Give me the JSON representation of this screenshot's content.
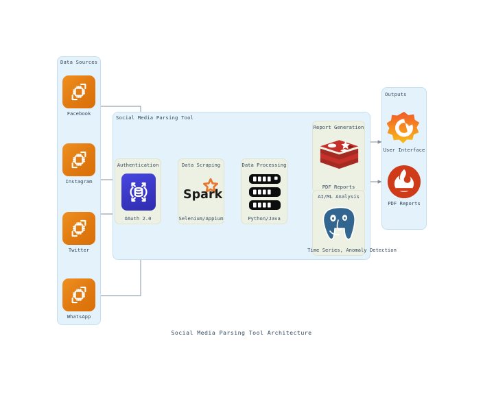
{
  "title": "Social Media Parsing Tool Architecture",
  "colors": {
    "source_orange": "#e8801a",
    "auth_blue": "#3c3cc8",
    "cluster_bg": "#e3f2fb",
    "cluster_border": "#c5dff0",
    "node_bg": "#edf1e4",
    "node_border": "#dfe4d2",
    "edge": "#7f8c9a",
    "text": "#34495e",
    "redis_red": "#c6302b",
    "postgres_blue": "#326690",
    "grafana_orange": "#f46800",
    "prometheus_red": "#cf3a19"
  },
  "clusters": {
    "data_sources": {
      "label": "Data Sources"
    },
    "parsing_tool": {
      "label": "Social Media Parsing Tool"
    },
    "outputs": {
      "label": "Outputs"
    }
  },
  "data_sources": [
    {
      "label": "Facebook",
      "icon": "cpu-chip-icon"
    },
    {
      "label": "Instagram",
      "icon": "cpu-chip-icon"
    },
    {
      "label": "Twitter",
      "icon": "cpu-chip-icon"
    },
    {
      "label": "WhatsApp",
      "icon": "cpu-chip-icon"
    }
  ],
  "nodes": [
    {
      "title": "Authentication",
      "subtitle": "OAuth 2.0",
      "icon": "database-expand-icon"
    },
    {
      "title": "Data Scraping",
      "subtitle": "Selenium/Appium",
      "icon": "spark-logo-icon"
    },
    {
      "title": "Data Processing",
      "subtitle": "Python/Java",
      "icon": "server-rack-icon"
    },
    {
      "title": "Report Generation",
      "subtitle": "PDF Reports",
      "icon": "redis-logo-icon"
    },
    {
      "title": "AI/ML Analysis",
      "subtitle": "Time Series, Anomaly Detection",
      "icon": "postgresql-logo-icon"
    }
  ],
  "outputs": [
    {
      "label": "User Interface",
      "icon": "grafana-logo-icon"
    },
    {
      "label": "PDF Reports",
      "icon": "prometheus-logo-icon"
    }
  ],
  "spark_wordmark": "Spark"
}
